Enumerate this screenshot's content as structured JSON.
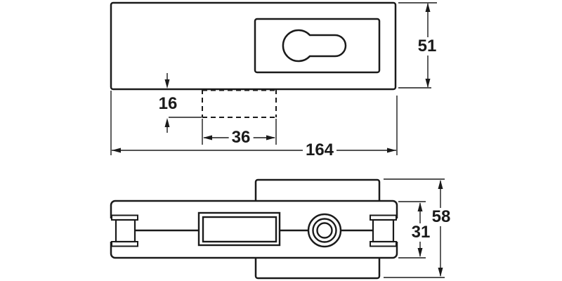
{
  "drawing": {
    "type": "technical-drawing-two-views",
    "background_color": "#ffffff",
    "line_color": "#1a1a1a",
    "views": {
      "top_view": "keyhole mounting plate, plan view",
      "front_view": "fitting side elevation with clips and bushing"
    },
    "dimensions": {
      "plate_height": "51",
      "cutout_offset": "16",
      "cutout_width": "36",
      "plate_length": "164",
      "overall_height": "58",
      "body_height": "31"
    }
  }
}
